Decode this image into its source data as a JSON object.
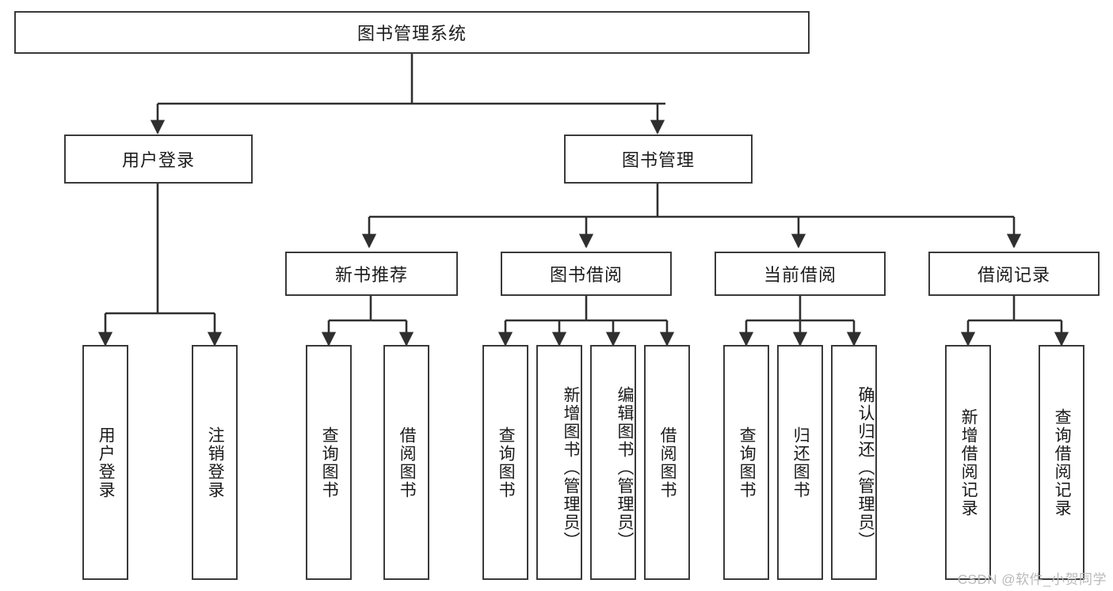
{
  "diagram": {
    "title": "图书管理系统",
    "watermark": "CSDN @软件_小贺同学",
    "colors": {
      "border": "#3a3a3a",
      "text": "#1b1b1b",
      "background": "#ffffff",
      "connector": "#2f2f2f",
      "watermark": "#b9b9b9"
    },
    "root": {
      "label": "图书管理系统"
    },
    "level1": [
      {
        "label": "用户登录"
      },
      {
        "label": "图书管理"
      }
    ],
    "level2": [
      {
        "label": "新书推荐"
      },
      {
        "label": "图书借阅"
      },
      {
        "label": "当前借阅"
      },
      {
        "label": "借阅记录"
      }
    ],
    "leaves": {
      "user_login": [
        {
          "label": "用户登录"
        },
        {
          "label": "注销登录"
        }
      ],
      "new_book_recommend": [
        {
          "label": "查询图书"
        },
        {
          "label": "借阅图书"
        }
      ],
      "book_borrow": [
        {
          "label": "查询图书"
        },
        {
          "label": "新增图书（管理员）"
        },
        {
          "label": "编辑图书（管理员）"
        },
        {
          "label": "借阅图书"
        }
      ],
      "current_borrow": [
        {
          "label": "查询图书"
        },
        {
          "label": "归还图书"
        },
        {
          "label": "确认归还（管理员）"
        }
      ],
      "borrow_record": [
        {
          "label": "新增借阅记录"
        },
        {
          "label": "查询借阅记录"
        }
      ]
    }
  }
}
